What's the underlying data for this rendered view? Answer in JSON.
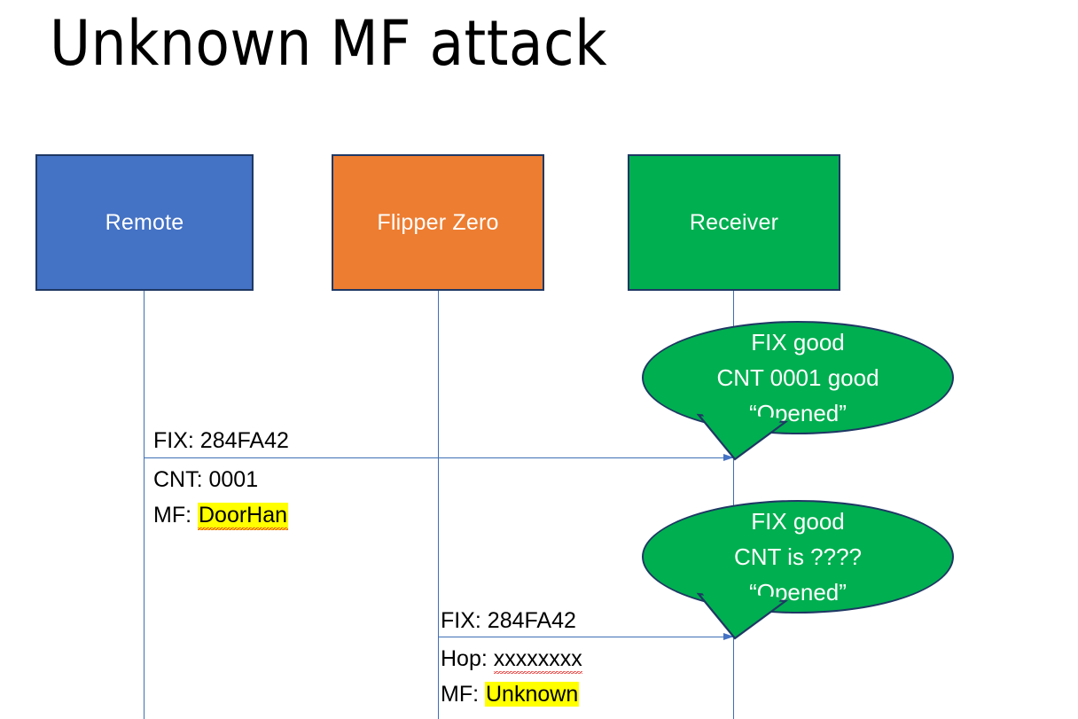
{
  "slide": {
    "title": "Unknown MF attack",
    "background_color": "#FFFFFF"
  },
  "colors": {
    "remote_box": "#4472C4",
    "flipper_box": "#ED7D31",
    "receiver_box": "#00AF50",
    "box_border": "#1F3864",
    "lifeline": "#3F6FB5",
    "arrow": "#4472C4",
    "highlight": "#FFFF00",
    "spellcheck_underline": "#E53935",
    "text_on_box": "#FFFFFF",
    "body_text": "#000000"
  },
  "actors": [
    {
      "id": "remote",
      "label": "Remote"
    },
    {
      "id": "flipper",
      "label": "Flipper Zero"
    },
    {
      "id": "receiver",
      "label": "Receiver"
    }
  ],
  "messages": [
    {
      "id": "message-1",
      "from": "remote",
      "to": "receiver",
      "lines": [
        {
          "prefix": "FIX: ",
          "value": "284FA42",
          "highlighted": false,
          "spellcheck_error": false
        },
        {
          "prefix": "CNT: ",
          "value": "0001",
          "highlighted": false,
          "spellcheck_error": false
        },
        {
          "prefix": "MF: ",
          "value": "DoorHan",
          "highlighted": true,
          "spellcheck_error": true
        }
      ]
    },
    {
      "id": "message-2",
      "from": "flipper",
      "to": "receiver",
      "lines": [
        {
          "prefix": "FIX: ",
          "value": "284FA42",
          "highlighted": false,
          "spellcheck_error": false
        },
        {
          "prefix": "Hop: ",
          "value": "xxxxxxxx",
          "highlighted": false,
          "spellcheck_error": true
        },
        {
          "prefix": "MF: ",
          "value": "Unknown",
          "highlighted": true,
          "spellcheck_error": false
        }
      ]
    }
  ],
  "bubbles": [
    {
      "id": "bubble-1",
      "owner": "receiver",
      "line1": "FIX good",
      "line2": "CNT 0001 good",
      "line3": "“Opened”"
    },
    {
      "id": "bubble-2",
      "owner": "receiver",
      "line1": "FIX good",
      "line2": "CNT is ????",
      "line3": "“Opened”"
    }
  ]
}
